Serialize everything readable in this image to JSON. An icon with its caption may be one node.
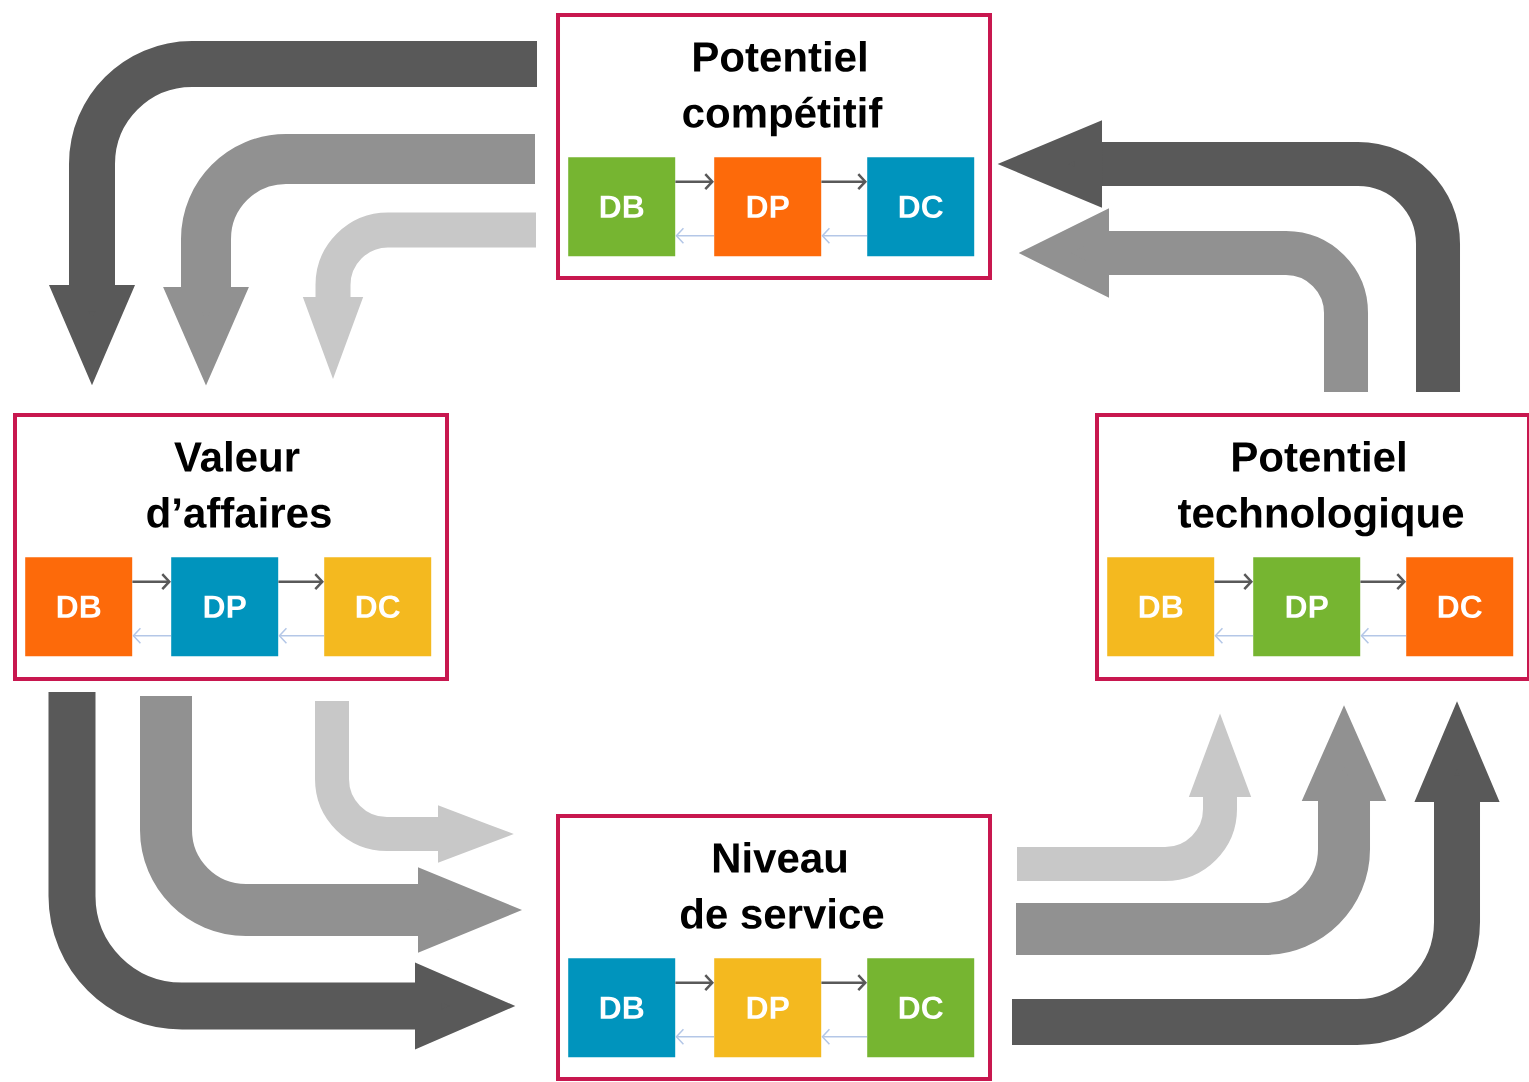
{
  "diagram": {
    "nodes": [
      {
        "text": [
          "Potentiel compétitif"
        ]
      },
      {
        "text": [
          "DB"
        ],
        "in": 0
      },
      {
        "text": [
          "DP"
        ],
        "in": 0
      },
      {
        "text": [
          "DC"
        ],
        "in": 0
      },
      {
        "text": [
          "Valeur d’affaires"
        ]
      },
      {
        "text": [
          "DB"
        ],
        "in": 4
      },
      {
        "text": [
          "DP"
        ],
        "in": 4
      },
      {
        "text": [
          "DC"
        ],
        "in": 4
      },
      {
        "text": [
          "Potentiel technologique"
        ]
      },
      {
        "text": [
          "DB"
        ],
        "in": 8
      },
      {
        "text": [
          "DP"
        ],
        "in": 8
      },
      {
        "text": [
          "DC"
        ],
        "in": 8
      },
      {
        "text": [
          "Niveau de service"
        ]
      },
      {
        "text": [
          "DB"
        ],
        "in": 12
      },
      {
        "text": [
          "DP"
        ],
        "in": 12
      },
      {
        "text": [
          "DC"
        ],
        "in": 12
      }
    ],
    "edges": [
      {
        "from": 0,
        "to": 4,
        "arrow": "to",
        "style": "thick"
      },
      {
        "from": 0,
        "to": 4,
        "arrow": "to",
        "style": "thick",
        "color": "#919191"
      },
      {
        "from": 0,
        "to": 4,
        "arrow": "to",
        "style": "thick",
        "color": "#c8c8c8"
      },
      {
        "from": 4,
        "to": 12,
        "arrow": "to",
        "style": "thick"
      },
      {
        "from": 4,
        "to": 12,
        "arrow": "to",
        "style": "thick",
        "color": "#919191"
      },
      {
        "from": 4,
        "to": 12,
        "arrow": "to",
        "style": "thick",
        "color": "#c8c8c8"
      },
      {
        "from": 12,
        "to": 8,
        "arrow": "to",
        "style": "thick"
      },
      {
        "from": 12,
        "to": 8,
        "arrow": "to",
        "style": "thick",
        "color": "#919191"
      },
      {
        "from": 12,
        "to": 8,
        "arrow": "to",
        "style": "thick",
        "color": "#c8c8c8"
      },
      {
        "from": 8,
        "to": 0,
        "arrow": "to",
        "style": "thick"
      },
      {
        "from": 8,
        "to": 0,
        "arrow": "to",
        "style": "thick",
        "color": "#919191"
      },
      {
        "from": 1,
        "to": 2,
        "arrow": "to"
      },
      {
        "from": 2,
        "to": 3,
        "arrow": "to"
      },
      {
        "from": 2,
        "to": 1,
        "arrow": "to",
        "color": "#b4c7e7"
      },
      {
        "from": 3,
        "to": 2,
        "arrow": "to",
        "color": "#b4c7e7"
      },
      {
        "from": 5,
        "to": 6,
        "arrow": "to"
      },
      {
        "from": 6,
        "to": 7,
        "arrow": "to"
      },
      {
        "from": 6,
        "to": 5,
        "arrow": "to",
        "color": "#b4c7e7"
      },
      {
        "from": 7,
        "to": 6,
        "arrow": "to",
        "color": "#b4c7e7"
      },
      {
        "from": 9,
        "to": 10,
        "arrow": "to"
      },
      {
        "from": 10,
        "to": 11,
        "arrow": "to"
      },
      {
        "from": 10,
        "to": 9,
        "arrow": "to",
        "color": "#b4c7e7"
      },
      {
        "from": 11,
        "to": 10,
        "arrow": "to",
        "color": "#b4c7e7"
      },
      {
        "from": 13,
        "to": 14,
        "arrow": "to"
      },
      {
        "from": 14,
        "to": 15,
        "arrow": "to"
      },
      {
        "from": 14,
        "to": 13,
        "arrow": "to",
        "color": "#b4c7e7"
      },
      {
        "from": 15,
        "to": 14,
        "arrow": "to",
        "color": "#b4c7e7"
      }
    ]
  }
}
